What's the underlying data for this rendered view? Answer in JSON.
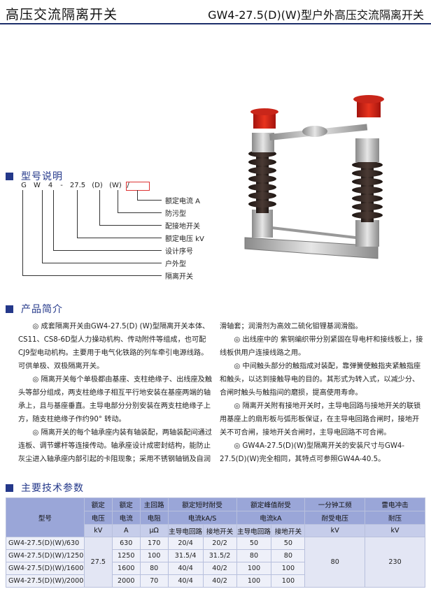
{
  "header": {
    "left_title": "高压交流隔离开关",
    "right_title": "GW4-27.5(D)(W)型户外高压交流隔离开关"
  },
  "model_section": {
    "heading": "型号说明",
    "code": [
      "G",
      "W",
      "4",
      "-",
      "27.5",
      "(D)",
      "(W)",
      "/"
    ],
    "labels": [
      "额定电流 A",
      "防污型",
      "配接地开关",
      "额定电压 kV",
      "设计序号",
      "户外型",
      "隔离开关"
    ]
  },
  "intro_section": {
    "heading": "产品简介",
    "left_paragraphs": [
      "◎ 成套隔离开关由GW4-27.5(D) (W)型隔离开关本体、CS11、CS8-6D型人力操动机构、传动附件等组成，也可配CJ9型电动机构。主要用于电气化铁路的列车牵引电源线路。可供单极、双极隔离开关。",
      "◎ 隔离开关每个单极都由基座、支柱绝缘子、出线座及触头等部分组成，两支柱绝缘子相互平行地安装在基座两端的轴承上，且与基座垂直。主导电部分分别安装在两支柱绝缘子上方，随支柱绝缘子作约90° 转动。",
      "◎ 隔离开关的每个轴承座内装有轴装配，两轴装配间通过连板、调节螺杆等连接传动。轴承座设计成密封结构，能防止灰尘进入轴承座内部引起的卡阻现象；采用不锈钢轴销及自润"
    ],
    "right_continuation": "滑轴套；润滑剂为高效二硫化钼锂基润滑脂。",
    "right_paragraphs": [
      "◎ 出线座中的 紫铜编织带分别紧固在导电杆和接线板上，接线板供用户连接线路之用。",
      "◎ 中间触头部分的触指成对装配，靠弹簧使触指夹紧触指座和触头，以达到接触导电的目的。其形式为转入式，以减少分、合闸时触头与触指间的磨损，提高使用寿命。",
      "◎ 隔离开关附有接地开关时，主导电回路与接地开关的联锁用基座上的扇形板与弧形板保证，在主导电回路合闸时，接地开关不可合闸，接地开关合闸时，主导电回路不可合闸。",
      "◎ GW4A-27.5(D)(W)型隔离开关的安装尺寸与GW4-27.5(D)(W)完全相同，其特点可参照GW4A-40.5。"
    ]
  },
  "spec_section": {
    "heading": "主要技术参数",
    "headers": {
      "model": "型号",
      "rated_voltage": [
        "额定",
        "电压",
        "kV"
      ],
      "rated_current": [
        "额定",
        "电流",
        "A"
      ],
      "main_resistance": [
        "主回路",
        "电阻",
        "μΩ"
      ],
      "short_time": [
        "额定短时耐受",
        "电流kA/S"
      ],
      "peak": [
        "额定峰值耐受",
        "电流kA"
      ],
      "power_freq": [
        "一分钟工频",
        "耐受电压",
        "kV"
      ],
      "lightning": [
        "雷电冲击",
        "耐压",
        "kV"
      ],
      "sub_main": "主导电回路",
      "sub_ground": "接地开关"
    },
    "merged_voltage": "27.5",
    "merged_power_freq": "80",
    "merged_lightning": "230",
    "rows": [
      {
        "model": "GW4-27.5(D)(W)/630",
        "current": "630",
        "resistance": "170",
        "st_main": "20/4",
        "st_ground": "20/2",
        "pk_main": "50",
        "pk_ground": "50"
      },
      {
        "model": "GW4-27.5(D)(W)/1250",
        "current": "1250",
        "resistance": "100",
        "st_main": "31.5/4",
        "st_ground": "31.5/2",
        "pk_main": "80",
        "pk_ground": "80"
      },
      {
        "model": "GW4-27.5(D)(W)/1600",
        "current": "1600",
        "resistance": "80",
        "st_main": "40/4",
        "st_ground": "40/2",
        "pk_main": "100",
        "pk_ground": "100"
      },
      {
        "model": "GW4-27.5(D)(W)/2000",
        "current": "2000",
        "resistance": "70",
        "st_main": "40/4",
        "st_ground": "40/2",
        "pk_main": "100",
        "pk_ground": "100"
      }
    ]
  }
}
